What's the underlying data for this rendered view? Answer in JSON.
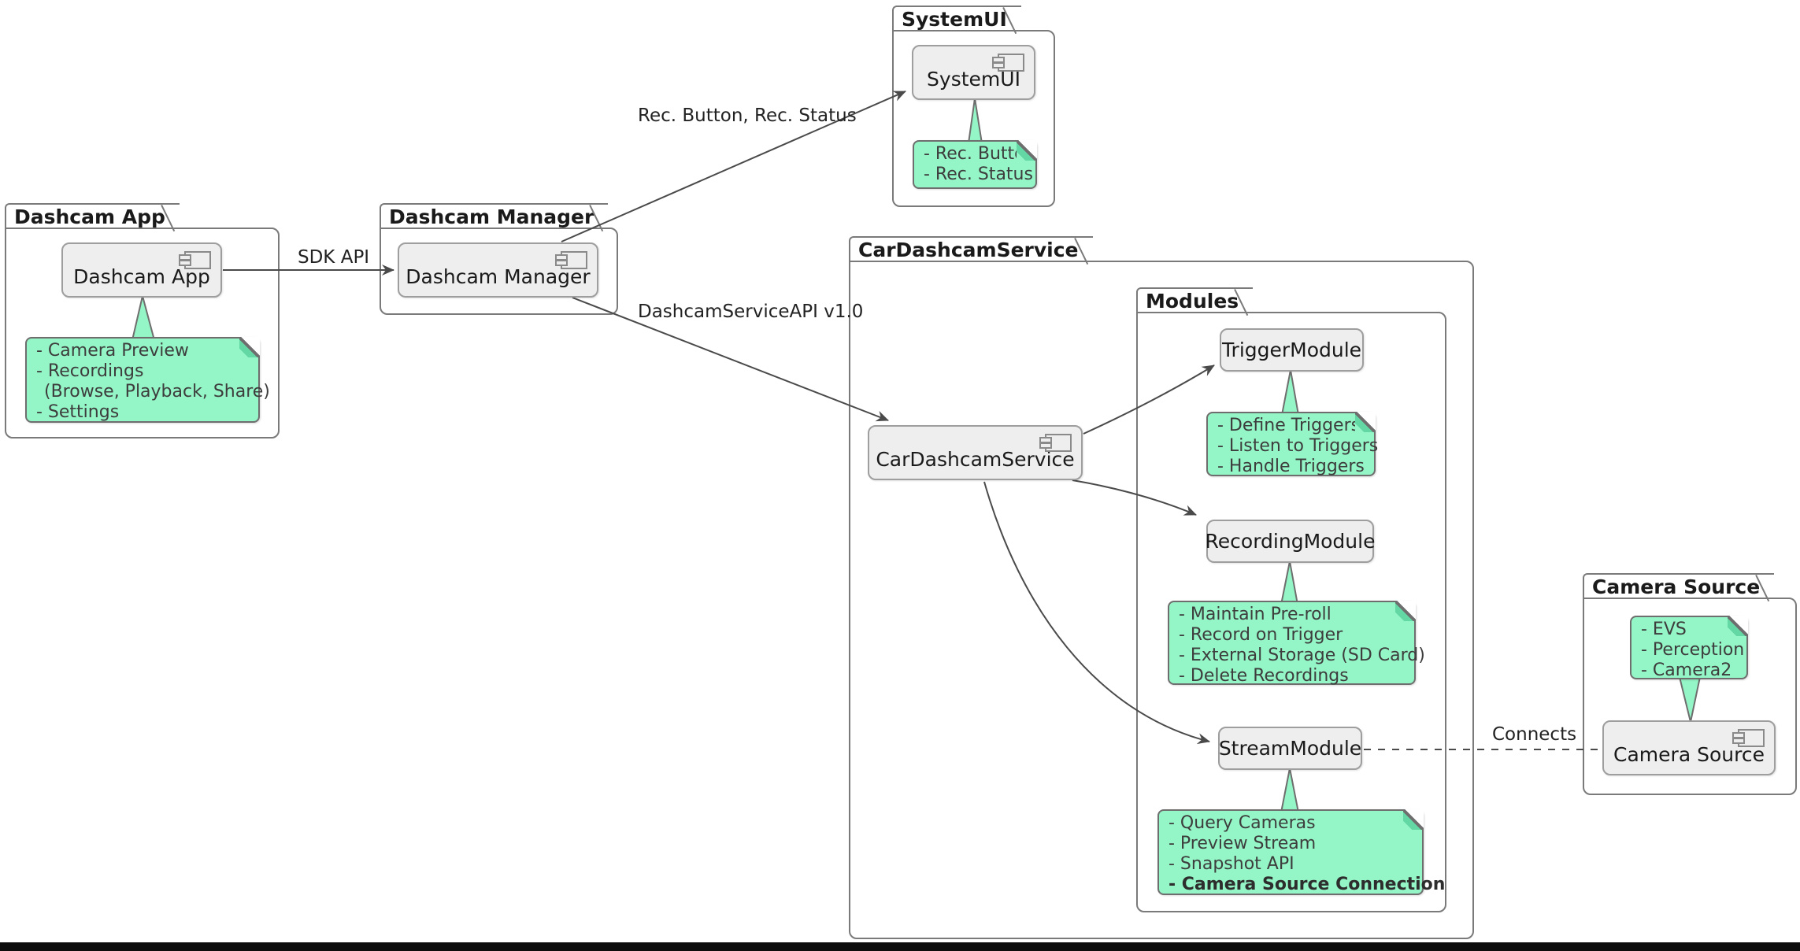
{
  "colors": {
    "note_fill": "#94f5c6",
    "note_border": "#6e6e6e",
    "note_fold": "#63d8a5",
    "component_fill": "#eeeeee",
    "component_border": "#9e9e9e",
    "package_border": "#7a7a7a",
    "edge_color": "#4a4a4a",
    "bottom_bar": "#0d0d0d"
  },
  "packages": {
    "dashcam_app": {
      "title": "Dashcam App"
    },
    "dashcam_manager": {
      "title": "Dashcam Manager"
    },
    "systemui": {
      "title": "SystemUI"
    },
    "car_dashcam_service": {
      "title": "CarDashcamService"
    },
    "modules": {
      "title": "Modules"
    },
    "camera_source": {
      "title": "Camera Source"
    }
  },
  "components": {
    "dashcam_app": {
      "label": "Dashcam App"
    },
    "dashcam_manager": {
      "label": "Dashcam Manager"
    },
    "systemui": {
      "label": "SystemUI"
    },
    "car_dashcam_service": {
      "label": "CarDashcamService"
    },
    "trigger_module": {
      "label": "TriggerModule"
    },
    "recording_module": {
      "label": "RecordingModule"
    },
    "stream_module": {
      "label": "StreamModule"
    },
    "camera_source": {
      "label": "Camera Source"
    }
  },
  "notes": {
    "dashcam_app": {
      "lines": [
        "- Camera Preview",
        "- Recordings",
        "(Browse, Playback, Share)",
        "- Settings"
      ]
    },
    "systemui": {
      "lines": [
        "- Rec. Button",
        "- Rec. Status"
      ]
    },
    "trigger_module": {
      "lines": [
        "- Define Triggers",
        "- Listen to Triggers",
        "- Handle Triggers"
      ]
    },
    "recording_module": {
      "lines": [
        "- Maintain Pre-roll",
        "- Record on Trigger",
        "- External Storage (SD Card)",
        "- Delete Recordings"
      ]
    },
    "stream_module": {
      "lines": [
        "- Query Cameras",
        "- Preview Stream",
        "- Snapshot API",
        "- Camera Source Connection"
      ]
    },
    "camera_source": {
      "lines": [
        "- EVS",
        "- Perception",
        "- Camera2"
      ]
    }
  },
  "edge_labels": {
    "sdk_api": "SDK API",
    "rec_button_status": "Rec. Button, Rec. Status",
    "dashcam_service_api": "DashcamServiceAPI v1.0",
    "connects": "Connects"
  }
}
